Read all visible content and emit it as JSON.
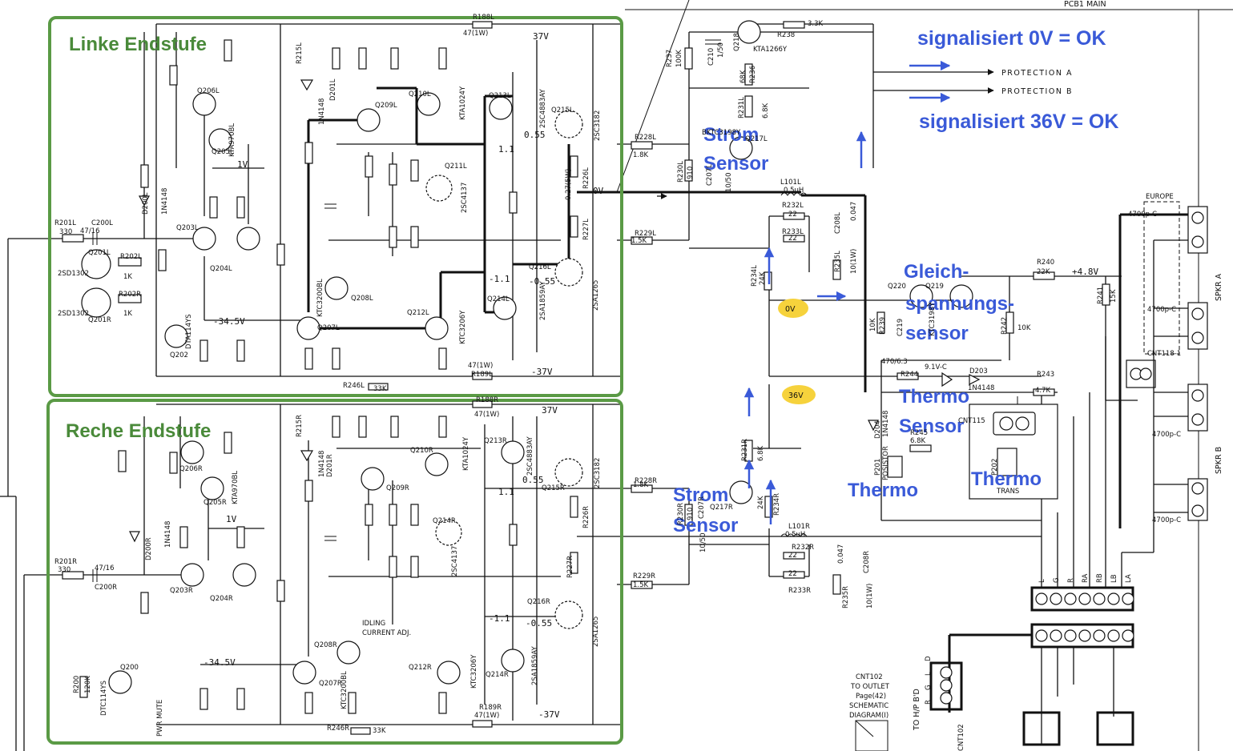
{
  "header": {
    "board": "PCB1 MAIN"
  },
  "sections": {
    "left": "Linke Endstufe",
    "right": "Reche Endstufe"
  },
  "annotations": {
    "prot_a_status": "signalisiert 0V = OK",
    "prot_b_status": "signalisiert 36V = OK",
    "current_sensor_top_1": "Strom",
    "current_sensor_top_2": "Sensor",
    "current_sensor_bottom_1": "Strom",
    "current_sensor_bottom_2": "Sensor",
    "dc_sensor_1": "Gleich-",
    "dc_sensor_2": "spannungs-",
    "dc_sensor_3": "sensor",
    "thermo_sensor_1": "Thermo",
    "thermo_sensor_2": "Sensor",
    "thermo_left": "Thermo",
    "thermo_right": "Thermo",
    "badge_0v": "0V",
    "badge_36v": "36V"
  },
  "outputs": {
    "protection_a": "PROTECTION A",
    "protection_b": "PROTECTION B"
  },
  "speaker": {
    "europe": "EUROPE",
    "spkr_a": "SPKR A",
    "spkr_b": "SPKR B",
    "cap_a1": "4700p-C",
    "cap_a2": "4700p-C",
    "cap_b1": "4700p-C",
    "cap_b2": "4700p-C",
    "cnt118": "CNT118-1"
  },
  "connector": {
    "pins": [
      "L",
      "G",
      "R",
      "RA",
      "RB",
      "LB",
      "LA"
    ],
    "cnt102_1": "CNT102",
    "cnt102_2": "TO OUTLET",
    "cnt102_3": "Page(42)",
    "cnt102_4": "SCHEMATIC",
    "cnt102_5": "DIAGRAM(I)",
    "hp_label": "TO H/P B'D",
    "cnt102_v": "CNT102",
    "hp_pins": [
      "D",
      "L",
      "G",
      "R"
    ]
  },
  "voltages": {
    "pos37_l": "37V",
    "neg37_l": "-37V",
    "pos37_r": "37V",
    "neg37_r": "-37V",
    "v1_l": "1V",
    "v1_r": "1V",
    "n345_l": "-34.5V",
    "n345_r": "-34.5V",
    "v055_l": "0.55",
    "v055_r": "0.55",
    "n055_l": "-0.55",
    "n055_r": "-0.55",
    "v11_l": "1.1",
    "v11_r": "1.1",
    "n11_l": "-1.1",
    "n11_r": "-1.1",
    "v0_l": "0V",
    "plus48": "+4.8V"
  },
  "components": {
    "q201l": "Q201L",
    "q201r": "Q201R",
    "q202": "Q202",
    "q203l": "Q203L",
    "q204l": "Q204L",
    "q205l": "Q205L",
    "q206l": "Q206L",
    "q207l": "Q207L",
    "q208l": "Q208L",
    "q209l": "Q209L",
    "q210l": "Q210L",
    "q211l": "Q211L",
    "q212l": "Q212L",
    "q213l": "Q213L",
    "q214l": "Q214L",
    "q215l": "Q215L",
    "q216l": "Q216L",
    "q217l": "Q217L",
    "q218": "Q218",
    "q219": "Q219",
    "q220": "Q220",
    "q200": "Q200",
    "q203r": "Q203R",
    "q204r": "Q204R",
    "q205r": "Q205R",
    "q206r": "Q206R",
    "q207r": "Q207R",
    "q208r": "Q208R",
    "q209r": "Q209R",
    "q210r": "Q210R",
    "q212r": "Q212R",
    "q213r": "Q213R",
    "q214r": "Q214R",
    "q215r": "Q215R",
    "q216r": "Q216R",
    "q217r": "Q217R",
    "r201l": "R201L",
    "r201l_v": "330",
    "r201r": "R201R",
    "r201r_v": "330",
    "c200l": "C200L",
    "c200l_v": "47/16",
    "c200r": "C200R",
    "c200r_v": "47/16",
    "r202l": "R202L",
    "r202l_v": "1K",
    "r202r": "R202R",
    "r202r_v": "1K",
    "q2s_top": "2SD1302",
    "q2s_bot": "2SD1302",
    "dta114ys": "DTA114YS",
    "dtc114ys": "DTC114YS",
    "r228l": "R228L",
    "r228l_v": "1.8K",
    "r229l": "R229L",
    "r229l_v": "1.5K",
    "r228r": "R228R",
    "r228r_v": "1.8K",
    "r229r": "R229R",
    "r229r_v": "1.5K",
    "r238": "R238",
    "r238_v": "3.3K",
    "r236": "R236",
    "r236_v": "68K",
    "r237": "R237",
    "r237_v": "100K",
    "c210": "C210",
    "c210_v": "1/50",
    "kta1266y_top": "KTA1266Y",
    "ktc3198y_a": "KTC3198Y",
    "bktc3198y": "BKTC3198Y",
    "r231l": "R231L",
    "r231l_v": "6.8K",
    "r230l": "R230L",
    "r230l_v": "910",
    "c207l": "C207L",
    "c207l_v": "10/50",
    "l101l": "L101L",
    "l101l_v": "0.5uH",
    "r232l": "R232L",
    "r232l_v": "22",
    "r233l": "R233L",
    "r233l_v": "22",
    "c208l": "C208L",
    "c208l_v": "0.047",
    "r235l": "R235L",
    "r235l_v": "10(1W)",
    "r234l": "R234L",
    "r234l_v": "24K",
    "r240": "R240",
    "r240_v": "22K",
    "r241": "R241",
    "r241_v": "15K",
    "r242": "R242",
    "r242_v": "10K",
    "r239": "R239",
    "r239_v": "10K",
    "c219": "C219",
    "c219_v": "470/6.3",
    "r244": "R244",
    "r244_v": "9.1V-C",
    "d203": "D203",
    "d203_v": "1N4148",
    "r243": "R243",
    "r243_v": "4.7K",
    "d204": "D204",
    "d204_v": "1N4148",
    "r245": "R245",
    "r245_v": "6.8K",
    "p201": "P201",
    "p201_v": "POSISTOR",
    "cnt115": "CNT115",
    "p202": "P202",
    "trans": "TRANS",
    "r231r": "R231R",
    "r231r_v": "6.8K",
    "r234r": "R234R",
    "r234r_v": "24K",
    "r230r": "R230R",
    "r230r_v": "910",
    "c207r": "C207R",
    "c207r_v": "10/50",
    "l101r": "L101R",
    "l101r_v": "0.5uH",
    "r232r": "R232R",
    "r232r_v": "22",
    "r233r": "R233R",
    "r233r_v": "22",
    "c208r": "C208R",
    "c208r_v": "0.047",
    "r235r": "R235R",
    "r235r_v": "10(1W)",
    "r188l": "R188L",
    "r188l_v": "47(1W)",
    "r189l": "R189L",
    "r189l_v": "47(1W)",
    "r188r": "R188R",
    "r188r_v": "47(1W)",
    "r189r": "R189R",
    "r189r_v": "47(1W)",
    "r246l": "R246L",
    "r246l_v": "33K",
    "r246r": "R246R",
    "r246r_v": "33K",
    "sc4883": "2SC4883AY",
    "sc3182": "2SC3182",
    "sa1265": "2SA1265",
    "sa1859": "2SA1859AY",
    "sc4883r": "2SC4883AY",
    "sc3182r": "2SC3182",
    "sa1265r": "2SA1265",
    "sa1859r": "2SA1859AY",
    "kta1024y": "KTA1024Y",
    "kta1024yr": "KTA1024Y",
    "ktc3206y": "KTC3206Y",
    "ktc3206yr": "KTC3206Y",
    "ktc3200bl": "KTC3200BL",
    "ktc3200blr": "KTC3200BL",
    "kta970bl": "KTA970BL",
    "kta970blr": "KTA970BL",
    "sc4137": "2SC4137",
    "sc4137r": "2SC4137",
    "r226l": "R226L",
    "r227l": "R227L",
    "r226r": "R226R",
    "r227r": "R227R",
    "rv027": "0.27(5W)",
    "idling_1": "IDLING",
    "idling_2": "CURRENT ADJ.",
    "pwr_mute": "PWR MUTE",
    "r200": "R200",
    "r200_v": "120K",
    "r215l": "R215L",
    "d201l": "D201L",
    "d201l_v": "1N4148",
    "r215r": "R215R",
    "d201r": "D201R",
    "d201r_v": "1N4148",
    "d200l": "D200L",
    "d200l_v": "1N4148",
    "d200r": "D200R",
    "d200r_v": "1N4148"
  }
}
